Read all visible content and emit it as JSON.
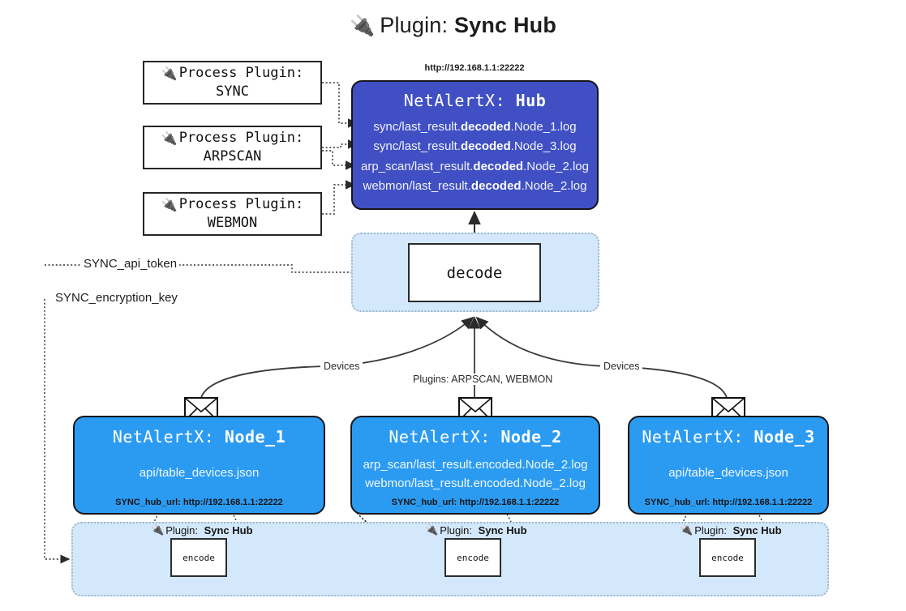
{
  "title": {
    "icon": "plug-icon",
    "prefix": "Plugin:",
    "name": "Sync Hub"
  },
  "process_plugins": [
    {
      "label": "Process Plugin:",
      "name": "SYNC",
      "icon": "plug-icon"
    },
    {
      "label": "Process Plugin:",
      "name": "ARPSCAN",
      "icon": "plug-icon"
    },
    {
      "label": "Process Plugin:",
      "name": "WEBMON",
      "icon": "plug-icon"
    }
  ],
  "hub": {
    "url": "http://192.168.1.1:22222",
    "title_prefix": "NetAlertX:",
    "title_name": "Hub",
    "logs": [
      {
        "pre": "sync/last_result.",
        "em": "decoded",
        "post": ".Node_1.log"
      },
      {
        "pre": "sync/last_result.",
        "em": "decoded",
        "post": ".Node_3.log"
      },
      {
        "pre": "arp_scan/last_result.",
        "em": "decoded",
        "post": ".Node_2.log"
      },
      {
        "pre": "webmon/last_result.",
        "em": "decoded",
        "post": ".Node_2.log"
      }
    ]
  },
  "decode": {
    "label": "decode"
  },
  "secrets": [
    {
      "label": "SYNC_api_token"
    },
    {
      "label": "SYNC_encryption_key"
    }
  ],
  "edge_labels": {
    "left_devices": "Devices",
    "right_devices": "Devices",
    "center_plugins": "Plugins: ARPSCAN, WEBMON"
  },
  "nodes": [
    {
      "title_prefix": "NetAlertX:",
      "title_name": "Node_1",
      "lines": [
        "api/table_devices.json"
      ],
      "footer": "SYNC_hub_url: http://192.168.1.1:22222",
      "envelope_icon": "envelope-icon"
    },
    {
      "title_prefix": "NetAlertX:",
      "title_name": "Node_2",
      "lines": [
        "arp_scan/last_result.encoded.Node_2.log",
        "webmon/last_result.encoded.Node_2.log"
      ],
      "footer": "SYNC_hub_url: http://192.168.1.1:22222",
      "envelope_icon": "envelope-icon"
    },
    {
      "title_prefix": "NetAlertX:",
      "title_name": "Node_3",
      "lines": [
        "api/table_devices.json"
      ],
      "footer": "SYNC_hub_url: http://192.168.1.1:22222",
      "envelope_icon": "envelope-icon"
    }
  ],
  "encoders": [
    {
      "plugin_prefix": "Plugin:",
      "plugin_name": "Sync Hub",
      "label": "encode",
      "icon": "plug-icon"
    },
    {
      "plugin_prefix": "Plugin:",
      "plugin_name": "Sync Hub",
      "label": "encode",
      "icon": "plug-icon"
    },
    {
      "plugin_prefix": "Plugin:",
      "plugin_name": "Sync Hub",
      "label": "encode",
      "icon": "plug-icon"
    }
  ],
  "colors": {
    "hub": "#4050c4",
    "node": "#2b9bf2",
    "container": "#d4e8fb",
    "stroke": "#2b2b2b"
  }
}
